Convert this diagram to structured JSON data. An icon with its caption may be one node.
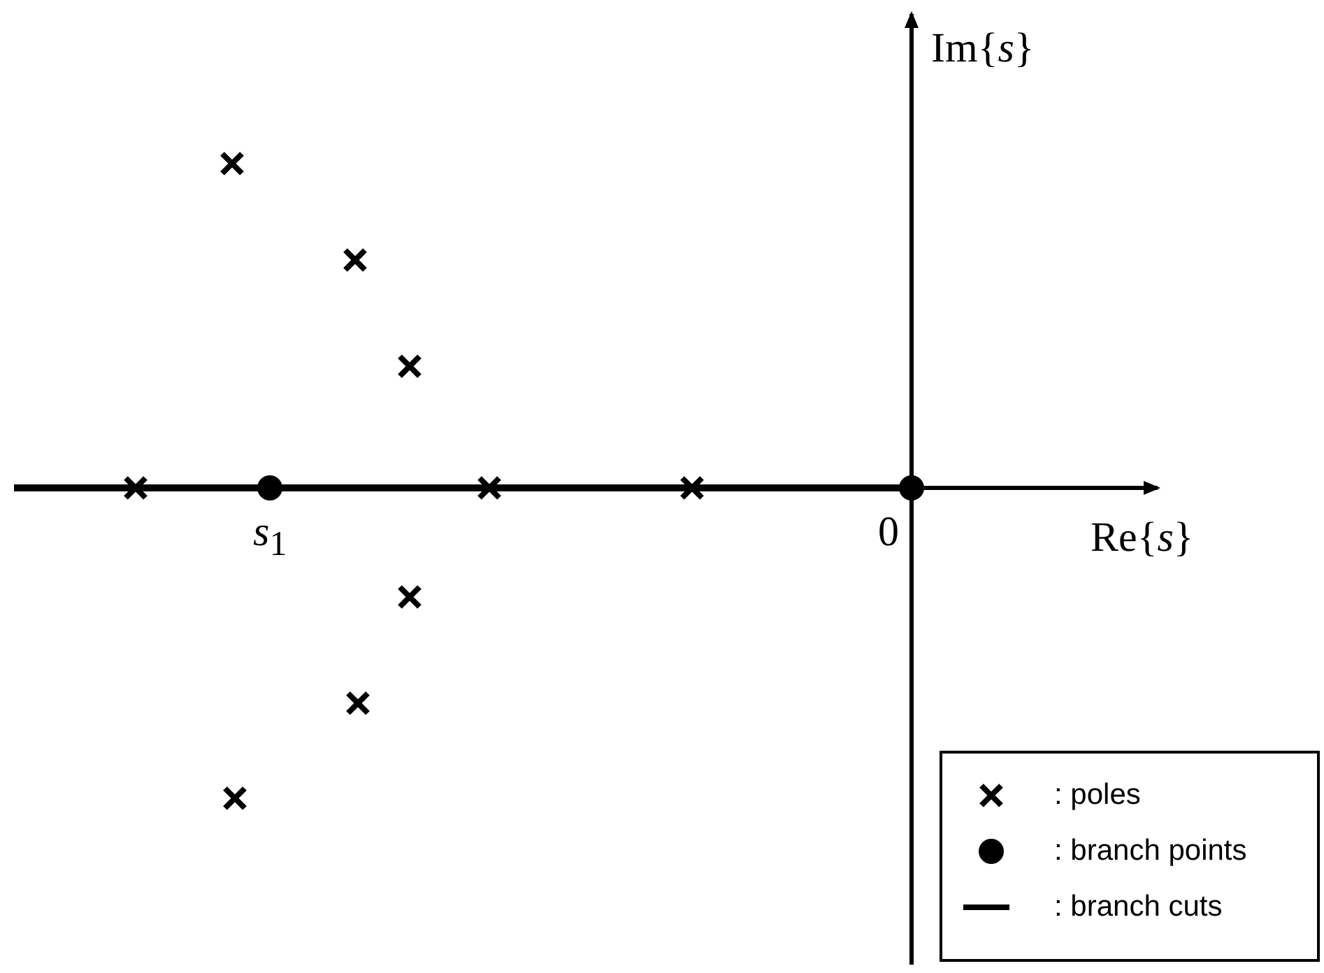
{
  "diagram": {
    "labels": [
      "Im{*s*}",
      "*s*$_{1}$",
      "0",
      "Re{*s*}"
    ],
    "legend": [
      {
        "text": ": poles"
      },
      {
        "text": ": branch points"
      },
      {
        "text": ": branch cuts"
      }
    ]
  }
}
